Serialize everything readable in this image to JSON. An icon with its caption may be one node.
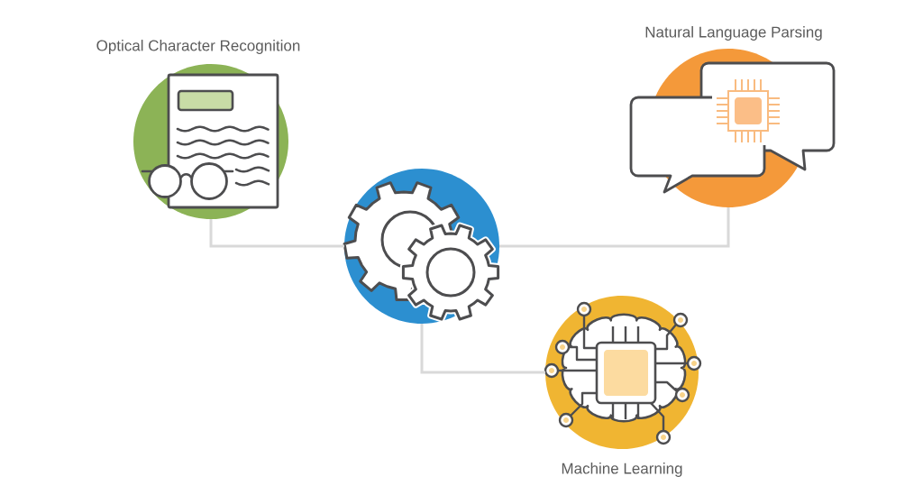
{
  "diagram": {
    "nodes": [
      {
        "text": [
          "Optical Character Recognition"
        ]
      },
      {
        "text": [
          "Natural Language Parsing"
        ]
      },
      {
        "text": [],
        "shape": "picture"
      },
      {
        "text": [
          "Machine Learning"
        ]
      }
    ],
    "edges": [
      {
        "from": 0,
        "to": 2,
        "arrow": "none"
      },
      {
        "from": 2,
        "to": 1,
        "arrow": "none"
      },
      {
        "from": 2,
        "to": 3,
        "arrow": "none"
      }
    ]
  }
}
